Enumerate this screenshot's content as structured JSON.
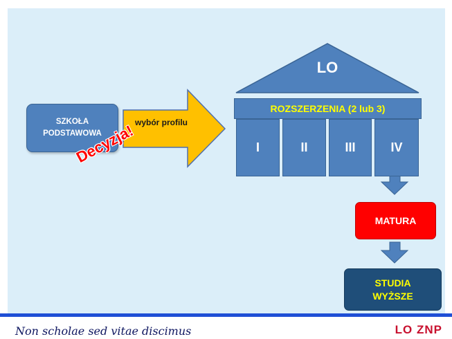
{
  "diagram": {
    "school": "SZKOŁA\nPODSTAWOWA",
    "arrow_label": "wybór profilu",
    "decision": "Decyzja!",
    "roof_label": "LO",
    "extensions": "ROZSZERZENIA (2 lub 3)",
    "pillars": [
      "I",
      "II",
      "III",
      "IV"
    ],
    "matura": "MATURA",
    "studia_line1": "STUDIA",
    "studia_line2": "WYŻSZE"
  },
  "footer": {
    "motto": "Non scholae sed vitae discimus",
    "brand": "LO ZNP"
  },
  "colors": {
    "panel_background": "#dbeef9",
    "shape_blue": "#4f81bd",
    "arrow_yellow": "#ffc000",
    "matura_red": "#ff0000",
    "studia_navy": "#1f4e79",
    "label_yellow": "#ffff00",
    "footer_line": "#1f4fd6",
    "brand_red": "#c8102e"
  }
}
